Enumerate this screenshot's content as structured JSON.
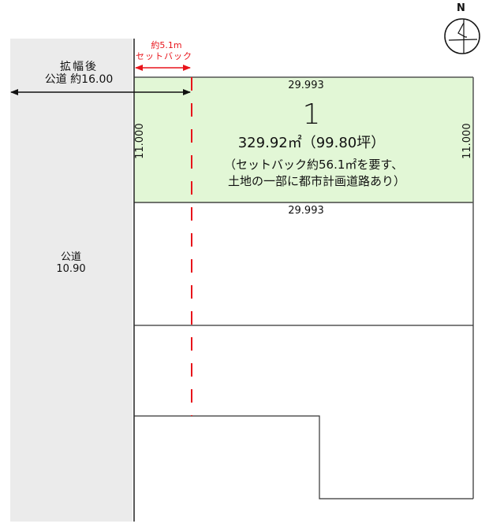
{
  "compass": {
    "label": "N",
    "icon": "north-arrow-icon"
  },
  "road_left": {
    "widened_label": "拡幅後",
    "widened_width": "公道 約16.00",
    "current_label": "公道",
    "current_width": "10.90",
    "fill_color": "#ebebeb"
  },
  "setback": {
    "distance": "約5.1m",
    "label": "セットバック",
    "color": "#e8141b"
  },
  "lot1": {
    "number": "1",
    "area": "329.92㎡（99.80坪）",
    "note_line1": "（セットバック約56.1㎡を要す、",
    "note_line2": "土地の一部に都市計画道路あり）",
    "top_length": "29.993",
    "bottom_length": "29.993",
    "left_depth": "11.000",
    "right_depth": "11.000",
    "fill_color": "#e2f7d6"
  }
}
